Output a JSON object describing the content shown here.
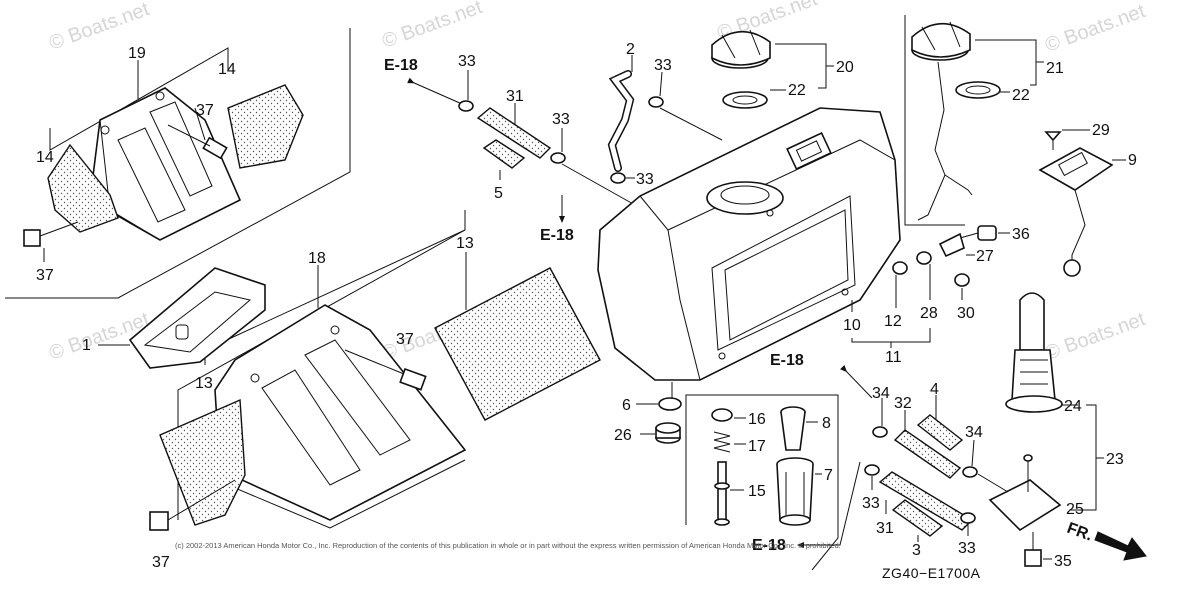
{
  "diagram": {
    "watermark": "© Boats.net",
    "copyright": "(c) 2002-2013 American Honda Motor Co., Inc. Reproduction of the contents of this publication in whole or in part without the express written permission of American Honda Motor Co., Inc. is prohibited.",
    "diagram_code": "ZG40−E1700A",
    "front_indicator": "FR.",
    "reference": "E-18",
    "part_numbers": [
      "1",
      "2",
      "3",
      "4",
      "5",
      "6",
      "7",
      "8",
      "9",
      "10",
      "11",
      "12",
      "13",
      "14",
      "15",
      "16",
      "17",
      "18",
      "19",
      "20",
      "21",
      "22",
      "23",
      "24",
      "25",
      "26",
      "27",
      "28",
      "29",
      "30",
      "31",
      "32",
      "33",
      "34",
      "35",
      "36",
      "37"
    ]
  }
}
